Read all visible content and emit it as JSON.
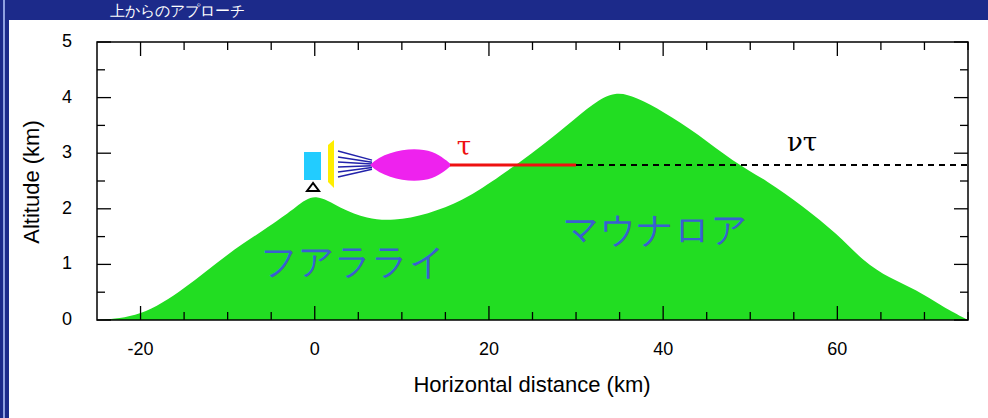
{
  "diagram": {
    "labels": [
      "上からのアプローチ",
      "5",
      "4",
      "3",
      "2",
      "1",
      "0",
      "-20",
      "0",
      "20",
      "40",
      "60",
      "Altitude (km)",
      "Horizontal distance (km)",
      "τ",
      "ντ",
      "フアラライ",
      "マウナロア"
    ]
  }
}
